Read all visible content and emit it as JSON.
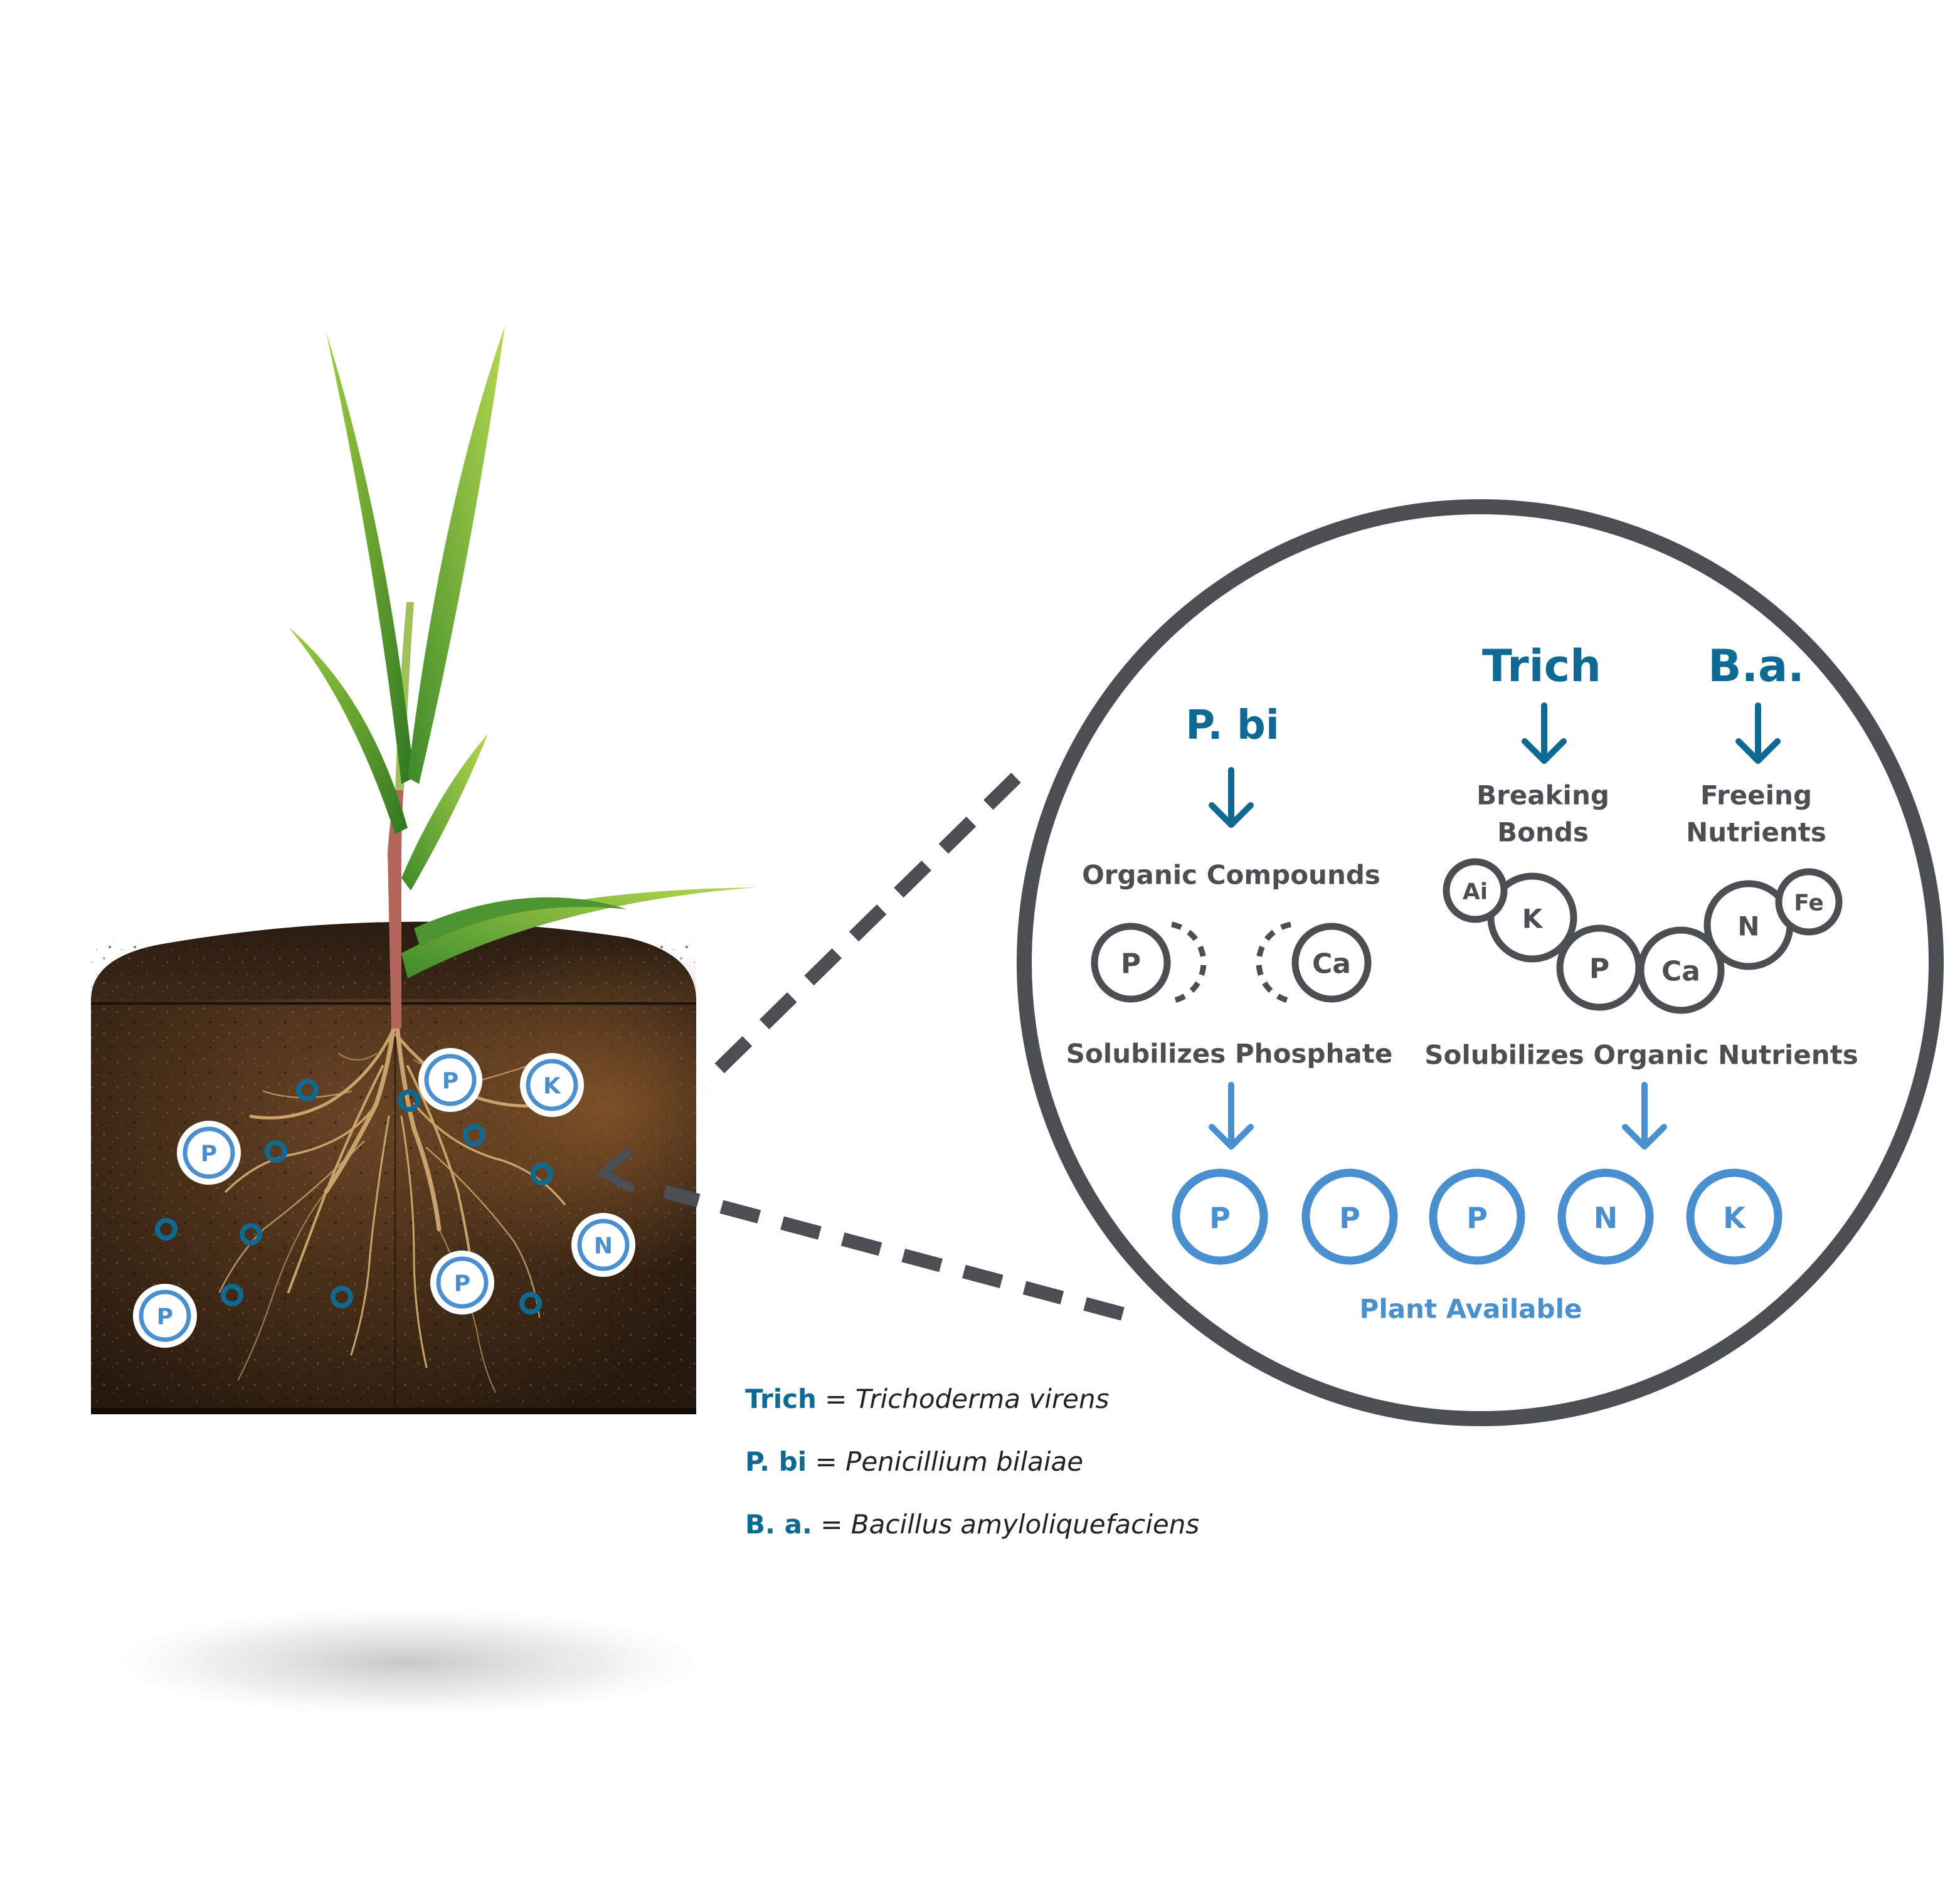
{
  "colors": {
    "teal": "#0e6a93",
    "blue": "#4a8fd0",
    "gray": "#4b4e52",
    "soil_dark": "#2b1d13",
    "soil_mid": "#4a321e",
    "soil_light": "#7a5230",
    "root": "#c9a36b",
    "leaf_dark": "#2f7a24",
    "leaf_light": "#8fc23a"
  },
  "soil": {
    "nutrient_badges": [
      {
        "label": "P"
      },
      {
        "label": "K"
      },
      {
        "label": "P"
      },
      {
        "label": "N"
      },
      {
        "label": "P"
      },
      {
        "label": "P"
      }
    ],
    "microbe_count_note": "",
    "microbes": [
      1,
      2,
      3,
      4,
      5,
      6,
      7,
      8,
      9,
      10
    ]
  },
  "zoom": {
    "pbi": {
      "title": "P. bi",
      "arrow_icon": "arrow-down-icon",
      "compounds_label": "Organic Compounds",
      "p_label": "P",
      "ca_label": "Ca",
      "action_label": "Solubilizes Phosphate"
    },
    "trich": {
      "title": "Trich",
      "arrow_icon": "arrow-down-icon",
      "line1": "Breaking",
      "line2": "Bonds"
    },
    "ba": {
      "title": "B.a.",
      "arrow_icon": "arrow-down-icon",
      "line1": "Freeing",
      "line2": "Nutrients"
    },
    "chain": [
      "Ai",
      "K",
      "P",
      "Ca",
      "N",
      "Fe"
    ],
    "organic_label": "Solubilizes Organic Nutrients",
    "available": [
      "P",
      "P",
      "P",
      "N",
      "K"
    ],
    "available_label": "Plant Available"
  },
  "legend": [
    {
      "key": "Trich",
      "eq": " = ",
      "name": "Trichoderma virens"
    },
    {
      "key": "P. bi",
      "eq": " = ",
      "name": "Penicillium bilaiae"
    },
    {
      "key": "B. a.",
      "eq": " = ",
      "name": "Bacillus amyloliquefaciens"
    }
  ]
}
